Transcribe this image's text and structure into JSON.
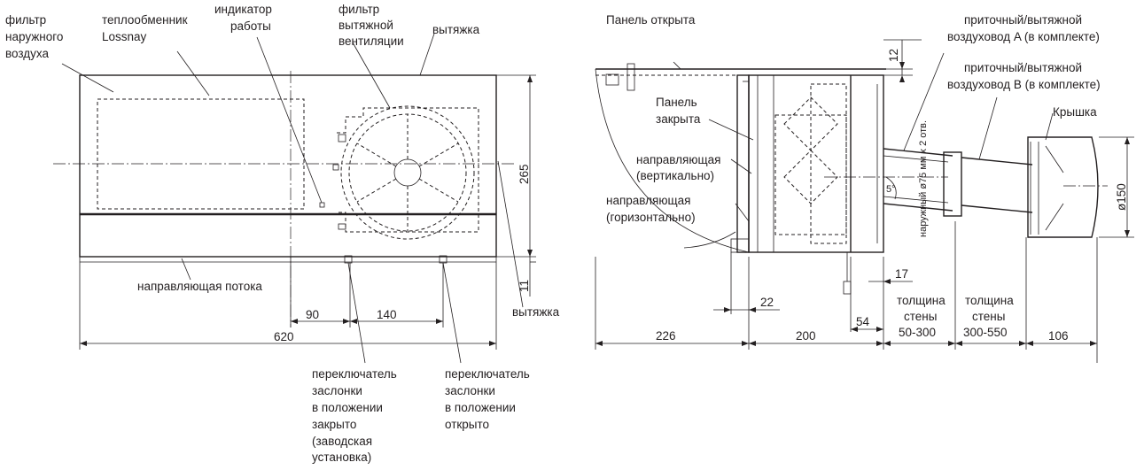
{
  "left_view": {
    "outdoor_filter": [
      "фильтр",
      "наружного",
      "воздуха"
    ],
    "heat_exchanger": [
      "теплообменник",
      "Lossnay"
    ],
    "indicator": [
      "индикатор",
      "работы"
    ],
    "exhaust_filter": [
      "фильтр",
      "вытяжной",
      "вентиляции"
    ],
    "exhaust_top": "вытяжка",
    "flow_guide": "направляющая потока",
    "exhaust_right": "вытяжка",
    "damper_closed": [
      "переключатель",
      "заслонки",
      "в положении",
      "закрыто",
      "(заводская",
      "установка)"
    ],
    "damper_open": [
      "переключатель",
      "заслонки",
      "в положении",
      "открыто"
    ],
    "dims": {
      "d265": "265",
      "d11": "11",
      "d90": "90",
      "d140": "140",
      "d620": "620"
    }
  },
  "right_view": {
    "panel_open": "Панель открыта",
    "panel_closed": [
      "Панель",
      "закрыта"
    ],
    "guide_vertical": [
      "направляющая",
      "(вертикально)"
    ],
    "guide_horizontal": [
      "направляющая",
      "(горизонтально)"
    ],
    "duct_a": [
      "приточный/вытяжной",
      "воздуховод A (в комплекте)"
    ],
    "duct_b": [
      "приточный/вытяжной",
      "воздуховод B  (в комплекте)"
    ],
    "cover": "Крышка",
    "outer_dia": "наружный ø75 мм x 2 отв.",
    "angle": "5°",
    "wall_a": [
      "толщина",
      "стены",
      "50-300"
    ],
    "wall_b": [
      "толщина",
      "стены",
      "300-550"
    ],
    "dims": {
      "d12": "12",
      "d22": "22",
      "d17": "17",
      "d54": "54",
      "d226": "226",
      "d200": "200",
      "d106": "106",
      "dia150": "ø150"
    }
  }
}
